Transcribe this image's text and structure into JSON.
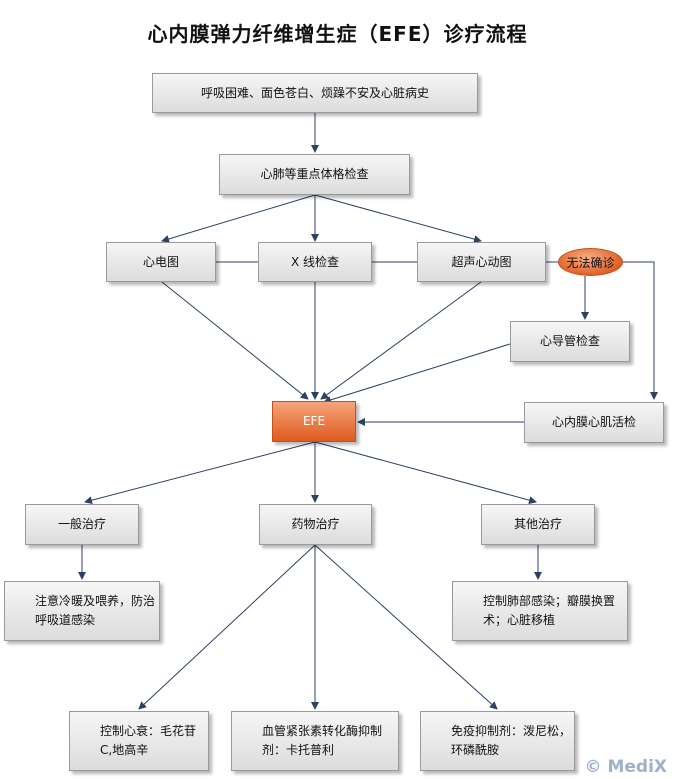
{
  "title": "心内膜弹力纤维增生症（EFE）诊疗流程",
  "nodes": {
    "history": "呼吸困难、面色苍白、烦躁不安及心脏病史",
    "exam": "心肺等重点体格检查",
    "ecg": "心电图",
    "xray": "X 线检查",
    "echo": "超声心动图",
    "uncertain": "无法确诊",
    "cath": "心导管检查",
    "biopsy": "心内膜心肌活检",
    "efe": "EFE",
    "general": "一般治疗",
    "drug": "药物治疗",
    "other": "其他治疗",
    "general_detail": "注意冷暖及喂养，防治呼吸道感染",
    "other_detail": "控制肺部感染；瓣膜换置术；心脏移植",
    "drug_heart": "控制心衰：毛花苷C,地高辛",
    "drug_acei": "血管紧张素转化酶抑制剂：卡托普利",
    "drug_immune": "免疫抑制剂：泼尼松，环磷酰胺"
  },
  "watermark": "© MediX",
  "colors": {
    "line": "#2c4261",
    "accent": "#df5a1e",
    "box_border": "#9a9a9a"
  }
}
